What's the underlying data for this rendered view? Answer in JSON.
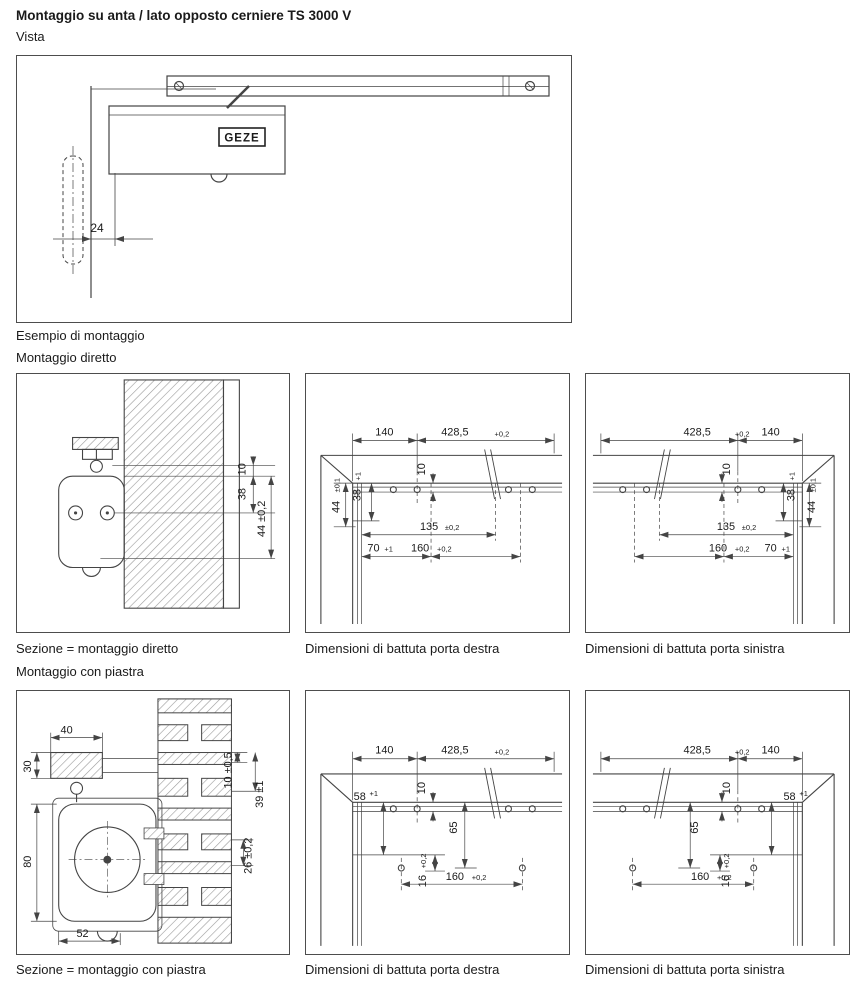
{
  "page": {
    "title": "Montaggio su anta / lato opposto cerniere TS 3000 V",
    "vista_label": "Vista",
    "vista_caption": "Esempio di montaggio",
    "section_diretto_heading": "Montaggio diretto",
    "section_piastra_heading": "Montaggio con piastra",
    "caption_sezione_diretto": "Sezione = montaggio diretto",
    "caption_sezione_piastra": "Sezione = montaggio con piastra",
    "caption_porta_destra": "Dimensioni di battuta porta destra",
    "caption_porta_sinistra": "Dimensioni di battuta porta sinistra"
  },
  "colors": {
    "line": "#444444",
    "text": "#1a1a1a"
  },
  "vista": {
    "logo": "GEZE",
    "dim24": "24"
  },
  "sezione_diretto": {
    "d10": "10",
    "d38": "38",
    "d44": "44 ±0,2"
  },
  "plan_diretto": {
    "d140": "140",
    "d4285": "428,5",
    "t4285": "+0,2",
    "d10": "10",
    "d38": "38",
    "t38": "+1",
    "d44": "44",
    "t44": "±0,1",
    "d135": "135",
    "t135": "±0,2",
    "d70": "70",
    "t70": "+1",
    "d160": "160",
    "t160": "+0,2"
  },
  "sezione_piastra": {
    "d40": "40",
    "d30": "30",
    "d10": "10 ±0,5",
    "d39": "39 ±1",
    "d80": "80",
    "d26": "26 ±0,2",
    "d52": "52"
  },
  "plan_piastra": {
    "d140": "140",
    "d4285": "428,5",
    "t4285": "+0,2",
    "d10": "10",
    "d58": "58",
    "t58": "+1",
    "d65": "65",
    "d160": "160",
    "t160": "+0,2",
    "d16": "16",
    "t16": "+0,2"
  }
}
